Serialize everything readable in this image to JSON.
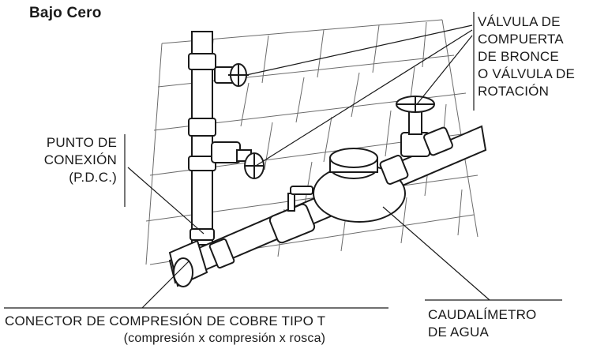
{
  "title": "Bajo Cero",
  "valve_label": [
    "VÁLVULA DE",
    "COMPUERTA",
    "DE BRONCE",
    "O VÁLVULA DE",
    "ROTACIÓN"
  ],
  "connection_point_label": [
    "PUNTO DE",
    "CONEXIÓN",
    "(P.D.C.)"
  ],
  "connector_label": {
    "main": "CONECTOR DE COMPRESIÓN DE COBRE TIPO T",
    "sub": "(compresión x compresión x rosca)"
  },
  "meter_label": [
    "CAUDALÍMETRO",
    "DE AGUA"
  ]
}
